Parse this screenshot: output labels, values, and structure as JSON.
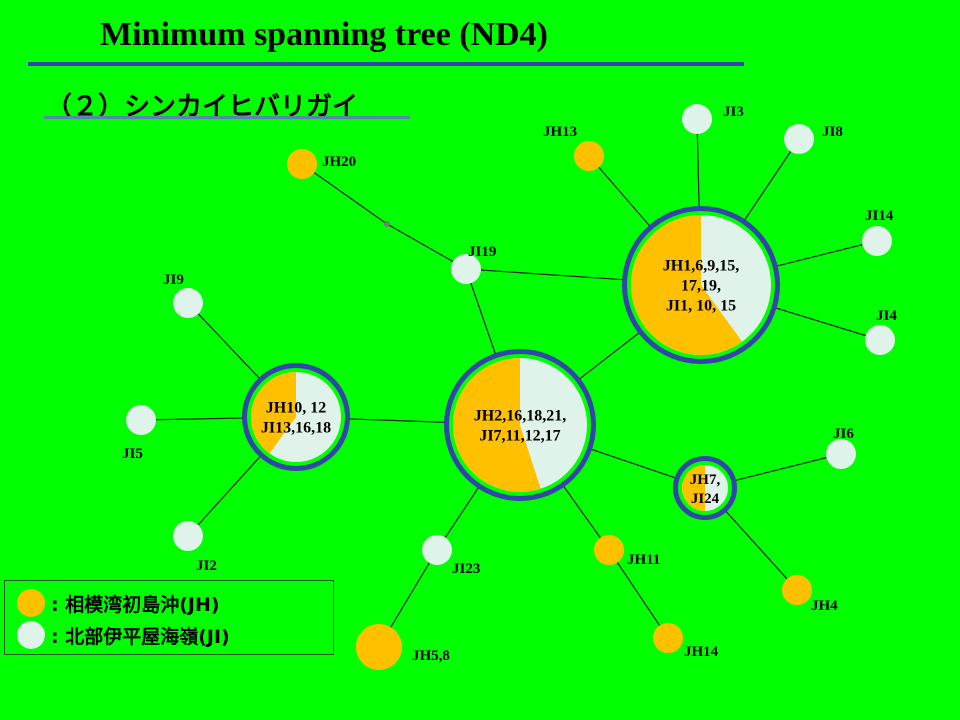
{
  "title": "Minimum spanning tree (ND4)",
  "subtitle": "（２）シンカイヒバリガイ",
  "colors": {
    "background": "#00ff00",
    "JH": "#ffc000",
    "JI": "#dff3ea",
    "ring_outer": "#3344aa",
    "edge": "#222222"
  },
  "legend": {
    "jh_label": ": 相模湾初島沖(JH)",
    "ji_label": ": 北部伊平屋海嶺(JI)"
  },
  "nodes": [
    {
      "id": "C1",
      "lines": [
        "JH1,6,9,15,",
        "17,19,",
        "JI1, 10, 15"
      ],
      "jh_fraction": 0.6
    },
    {
      "id": "C2",
      "lines": [
        "JH2,16,18,21,",
        "JI7,11,12,17"
      ],
      "jh_fraction": 0.55
    },
    {
      "id": "C3",
      "lines": [
        "JH10, 12",
        "JI13,16,18"
      ],
      "jh_fraction": 0.4
    },
    {
      "id": "C4",
      "lines": [
        "JH7,",
        "JI24"
      ],
      "jh_fraction": 0.5
    },
    {
      "id": "JH20",
      "label": "JH20",
      "group": "JH"
    },
    {
      "id": "JI19",
      "label": "JI19",
      "group": "JI"
    },
    {
      "id": "JH13",
      "label": "JH13",
      "group": "JH"
    },
    {
      "id": "JI3",
      "label": "JI3",
      "group": "JI"
    },
    {
      "id": "JI8",
      "label": "JI8",
      "group": "JI"
    },
    {
      "id": "JI14",
      "label": "JI14",
      "group": "JI"
    },
    {
      "id": "JI4",
      "label": "JI4",
      "group": "JI"
    },
    {
      "id": "JI9",
      "label": "JI9",
      "group": "JI"
    },
    {
      "id": "JI5",
      "label": "JI5",
      "group": "JI"
    },
    {
      "id": "JI2",
      "label": "JI2",
      "group": "JI"
    },
    {
      "id": "JI23",
      "label": "JI23",
      "group": "JI"
    },
    {
      "id": "JH5_8",
      "label": "JH5,8",
      "group": "JH"
    },
    {
      "id": "JH11",
      "label": "JH11",
      "group": "JH"
    },
    {
      "id": "JH14",
      "label": "JH14",
      "group": "JH"
    },
    {
      "id": "JI6",
      "label": "JI6",
      "group": "JI"
    },
    {
      "id": "JH4",
      "label": "JH4",
      "group": "JH"
    }
  ],
  "edges": [
    [
      "JH20",
      "MV"
    ],
    [
      "MV",
      "JI19"
    ],
    [
      "JI19",
      "C1"
    ],
    [
      "JI19",
      "C2"
    ],
    [
      "C1",
      "C2"
    ],
    [
      "C1",
      "JH13"
    ],
    [
      "C1",
      "JI3"
    ],
    [
      "C1",
      "JI8"
    ],
    [
      "C1",
      "JI14"
    ],
    [
      "C1",
      "JI4"
    ],
    [
      "C2",
      "C3"
    ],
    [
      "C3",
      "JI9"
    ],
    [
      "C3",
      "JI5"
    ],
    [
      "C3",
      "JI2"
    ],
    [
      "C2",
      "JI23"
    ],
    [
      "JI23",
      "JH5_8"
    ],
    [
      "C2",
      "JH11"
    ],
    [
      "JH11",
      "JH14"
    ],
    [
      "C2",
      "C4"
    ],
    [
      "C4",
      "JI6"
    ],
    [
      "C4",
      "JH4"
    ]
  ]
}
